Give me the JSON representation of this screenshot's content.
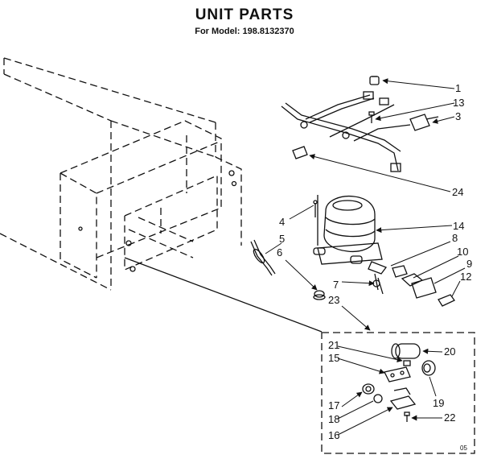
{
  "title": "UNIT PARTS",
  "subtitle": "For Model: 198.8132370",
  "callouts": [
    "1",
    "13",
    "3",
    "24",
    "14",
    "4",
    "5",
    "8",
    "6",
    "10",
    "9",
    "7",
    "12",
    "23",
    "21",
    "20",
    "15",
    "19",
    "17",
    "18",
    "22",
    "16"
  ],
  "corner_code": "05"
}
